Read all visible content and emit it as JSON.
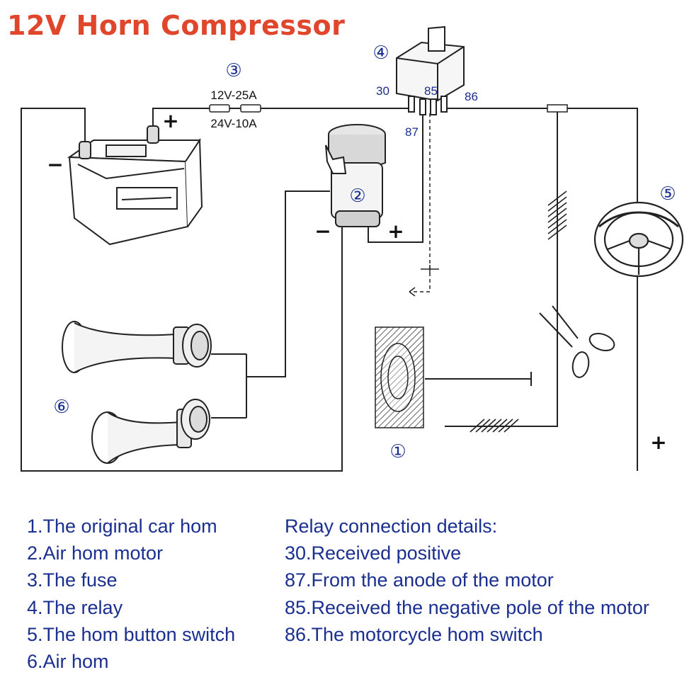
{
  "title": "12V Horn Compressor",
  "colors": {
    "title": "#e0462b",
    "label": "#1a2f8f",
    "line": "#222222"
  },
  "diagram": {
    "markers": {
      "m1": "①",
      "m2": "②",
      "m3": "③",
      "m4": "④",
      "m5": "⑤",
      "m6": "⑥"
    },
    "fuse_rating_12v": "12V-25A",
    "fuse_rating_24v": "24V-10A",
    "relay_pins": {
      "p30": "30",
      "p85": "85",
      "p86": "86",
      "p87": "87"
    },
    "battery_plus": "+",
    "battery_minus": "−",
    "motor_plus": "+",
    "motor_minus": "−",
    "ground_plus": "+"
  },
  "legend_left": [
    "1.The original car hom",
    "2.Air hom motor",
    "3.The fuse",
    "4.The relay",
    "5.The hom button switch",
    "6.Air hom"
  ],
  "legend_right": [
    "Relay connection details:",
    "30.Received positive",
    "87.From the anode of the motor",
    "85.Received the negative pole of the motor",
    "86.The motorcycle hom switch"
  ]
}
